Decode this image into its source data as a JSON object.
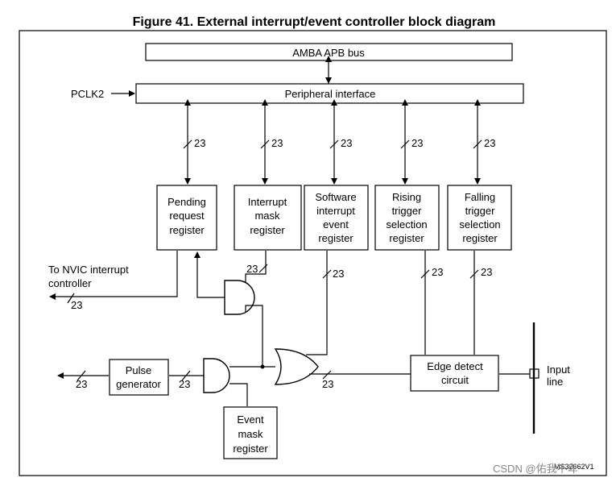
{
  "title": "Figure 41. External interrupt/event controller block diagram",
  "amba_bus": "AMBA APB bus",
  "pclk": "PCLK2",
  "peripheral_interface": "Peripheral interface",
  "bus_width": "23",
  "registers": {
    "pending": [
      "Pending",
      "request",
      "register"
    ],
    "interrupt_mask": [
      "Interrupt",
      "mask",
      "register"
    ],
    "software": [
      "Software",
      "interrupt",
      "event",
      "register"
    ],
    "rising": [
      "Rising",
      "trigger",
      "selection",
      "register"
    ],
    "falling": [
      "Falling",
      "trigger",
      "selection",
      "register"
    ],
    "event_mask": [
      "Event",
      "mask",
      "register"
    ]
  },
  "nvic_label": [
    "To NVIC interrupt",
    "controller"
  ],
  "pulse_generator": [
    "Pulse",
    "generator"
  ],
  "edge_detect": [
    "Edge detect",
    "circuit"
  ],
  "input_line": [
    "Input",
    "line"
  ],
  "figure_code": "MS32662V1",
  "watermark": "CSDN @佑我不卑"
}
